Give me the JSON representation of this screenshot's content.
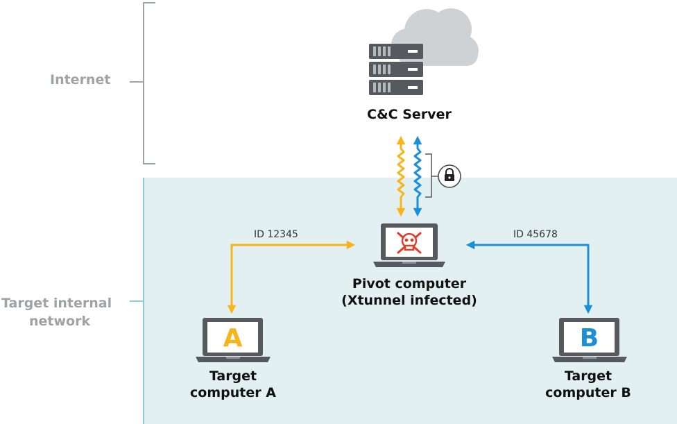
{
  "zones": {
    "internet": "Internet",
    "internal_line1": "Target internal",
    "internal_line2": "network"
  },
  "nodes": {
    "server": "C&C Server",
    "pivot_line1": "Pivot computer",
    "pivot_line2": "(Xtunnel infected)",
    "target_a_line1": "Target",
    "target_a_line2": "computer A",
    "target_a_letter": "A",
    "target_b_line1": "Target",
    "target_b_line2": "computer B",
    "target_b_letter": "B"
  },
  "links": {
    "a_id": "ID 12345",
    "b_id": "ID 45678"
  },
  "icons": [
    "cloud-icon",
    "server-icon",
    "lock-icon",
    "skull-icon",
    "laptop-icon"
  ],
  "colors": {
    "internal_bg": "#e3f0f2",
    "internal_border": "#8fcbd3",
    "bracket": "#9ea3a7",
    "yellow": "#f7b51c",
    "blue": "#1c8fd6",
    "skull": "#e23b2a",
    "laptop": "#565a5e"
  }
}
